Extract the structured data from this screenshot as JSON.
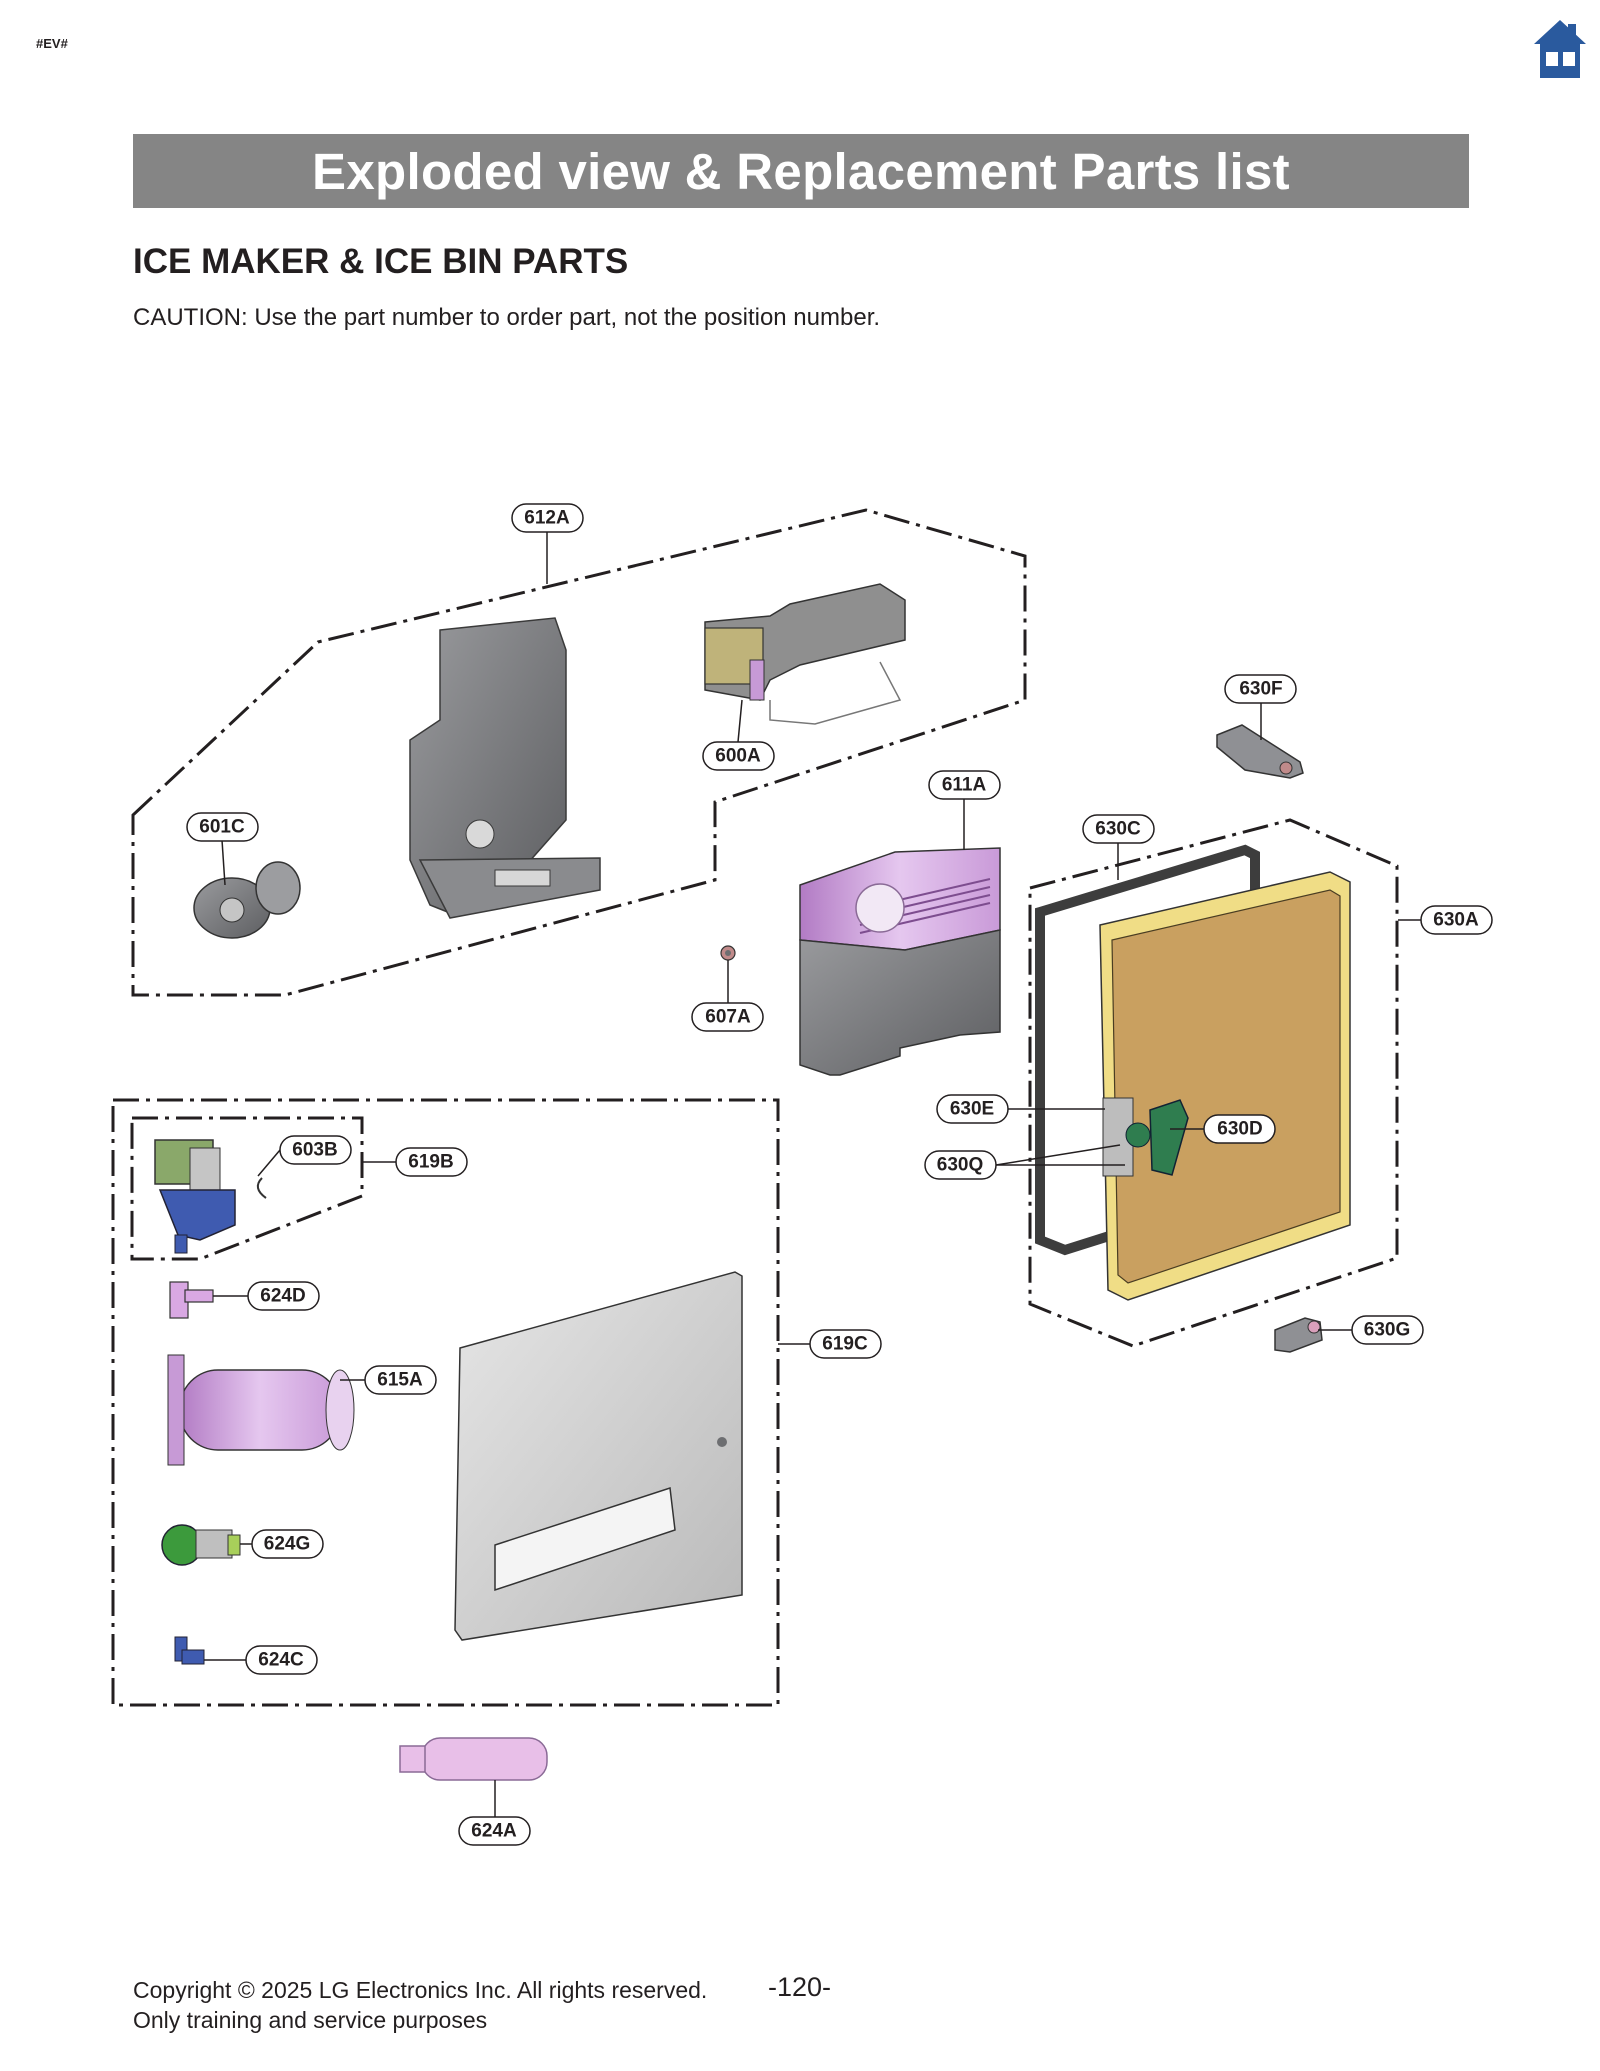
{
  "header": {
    "doc_tag": "#EV#",
    "home_icon": "home-icon",
    "banner_title": "Exploded view & Replacement Parts list"
  },
  "section": {
    "title": "ICE MAKER & ICE BIN PARTS",
    "caution": "CAUTION: Use the part number to order part, not the position number."
  },
  "callouts": {
    "c612A": "612A",
    "c600A": "600A",
    "c601C": "601C",
    "c611A": "611A",
    "c607A": "607A",
    "c630F": "630F",
    "c630C": "630C",
    "c630A": "630A",
    "c630E": "630E",
    "c630D": "630D",
    "c630Q": "630Q",
    "c630G": "630G",
    "c603B": "603B",
    "c619B": "619B",
    "c624D": "624D",
    "c615A": "615A",
    "c619C": "619C",
    "c624G": "624G",
    "c624C": "624C",
    "c624A": "624A"
  },
  "footer": {
    "copyright": "Copyright © 2025 LG Electronics Inc. All rights reserved.",
    "purpose": "Only training and service purposes",
    "page_number": "-120-"
  },
  "colors": {
    "banner": "#858585",
    "home_icon": "#2a5a9e",
    "part_purple": "#c79ad6",
    "part_gray": "#6d6e71",
    "door_gold": "#c9a060",
    "door_yellow": "#e8d27a",
    "handle_green": "#2f7d4f"
  }
}
